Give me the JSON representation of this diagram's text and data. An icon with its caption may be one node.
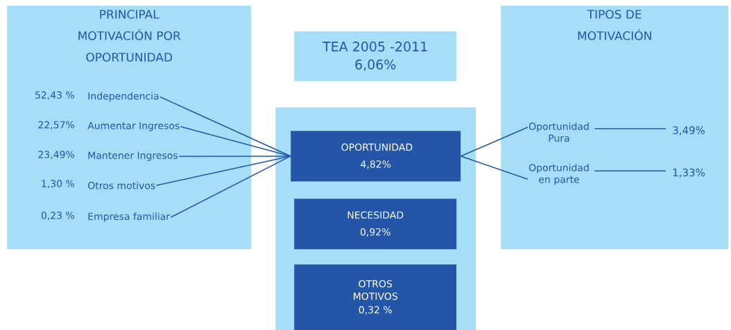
{
  "diagram": {
    "nodes": [
      {
        "text": [
          "PRINCIPAL MOTIVACIÓN POR OPORTUNIDAD"
        ]
      },
      {
        "text": [
          "Independencia"
        ],
        "in": 0,
        "beside": [
          "52,43 %"
        ]
      },
      {
        "text": [
          "Aumentar Ingresos"
        ],
        "in": 0,
        "beside": [
          "22,57%"
        ]
      },
      {
        "text": [
          "Mantener Ingresos"
        ],
        "in": 0,
        "beside": [
          "23,49%"
        ]
      },
      {
        "text": [
          "Otros motivos"
        ],
        "in": 0,
        "beside": [
          "1,30 %"
        ]
      },
      {
        "text": [
          "Empresa familiar"
        ],
        "in": 0,
        "beside": [
          "0,23 %"
        ]
      },
      {
        "text": [
          "TEA 2005 -2011",
          "6,06%"
        ]
      },
      {
        "text": [],
        "shape": "box"
      },
      {
        "text": [
          "OPORTUNIDAD",
          "4,82%"
        ],
        "in": 7
      },
      {
        "text": [
          "NECESIDAD",
          "0,92%"
        ],
        "in": 7
      },
      {
        "text": [
          "OTROS MOTIVOS",
          "0,32 %"
        ],
        "in": 7
      },
      {
        "text": [
          "TIPOS DE MOTIVACIÓN"
        ]
      },
      {
        "text": [
          "Oportunidad Pura"
        ],
        "in": 11
      },
      {
        "text": [
          "Oportunidad en parte"
        ],
        "in": 11
      },
      {
        "text": [
          "3,49%"
        ],
        "in": 11
      },
      {
        "text": [
          "1,33%"
        ],
        "in": 11
      }
    ],
    "edges": [
      {
        "from": 1,
        "to": 8,
        "arrow": "none"
      },
      {
        "from": 2,
        "to": 8,
        "arrow": "none"
      },
      {
        "from": 3,
        "to": 8,
        "arrow": "none"
      },
      {
        "from": 4,
        "to": 8,
        "arrow": "none"
      },
      {
        "from": 5,
        "to": 8,
        "arrow": "none"
      },
      {
        "from": 8,
        "to": 12,
        "arrow": "none"
      },
      {
        "from": 8,
        "to": 13,
        "arrow": "none"
      },
      {
        "from": 12,
        "to": 14,
        "arrow": "none"
      },
      {
        "from": 13,
        "to": 15,
        "arrow": "none"
      }
    ]
  }
}
